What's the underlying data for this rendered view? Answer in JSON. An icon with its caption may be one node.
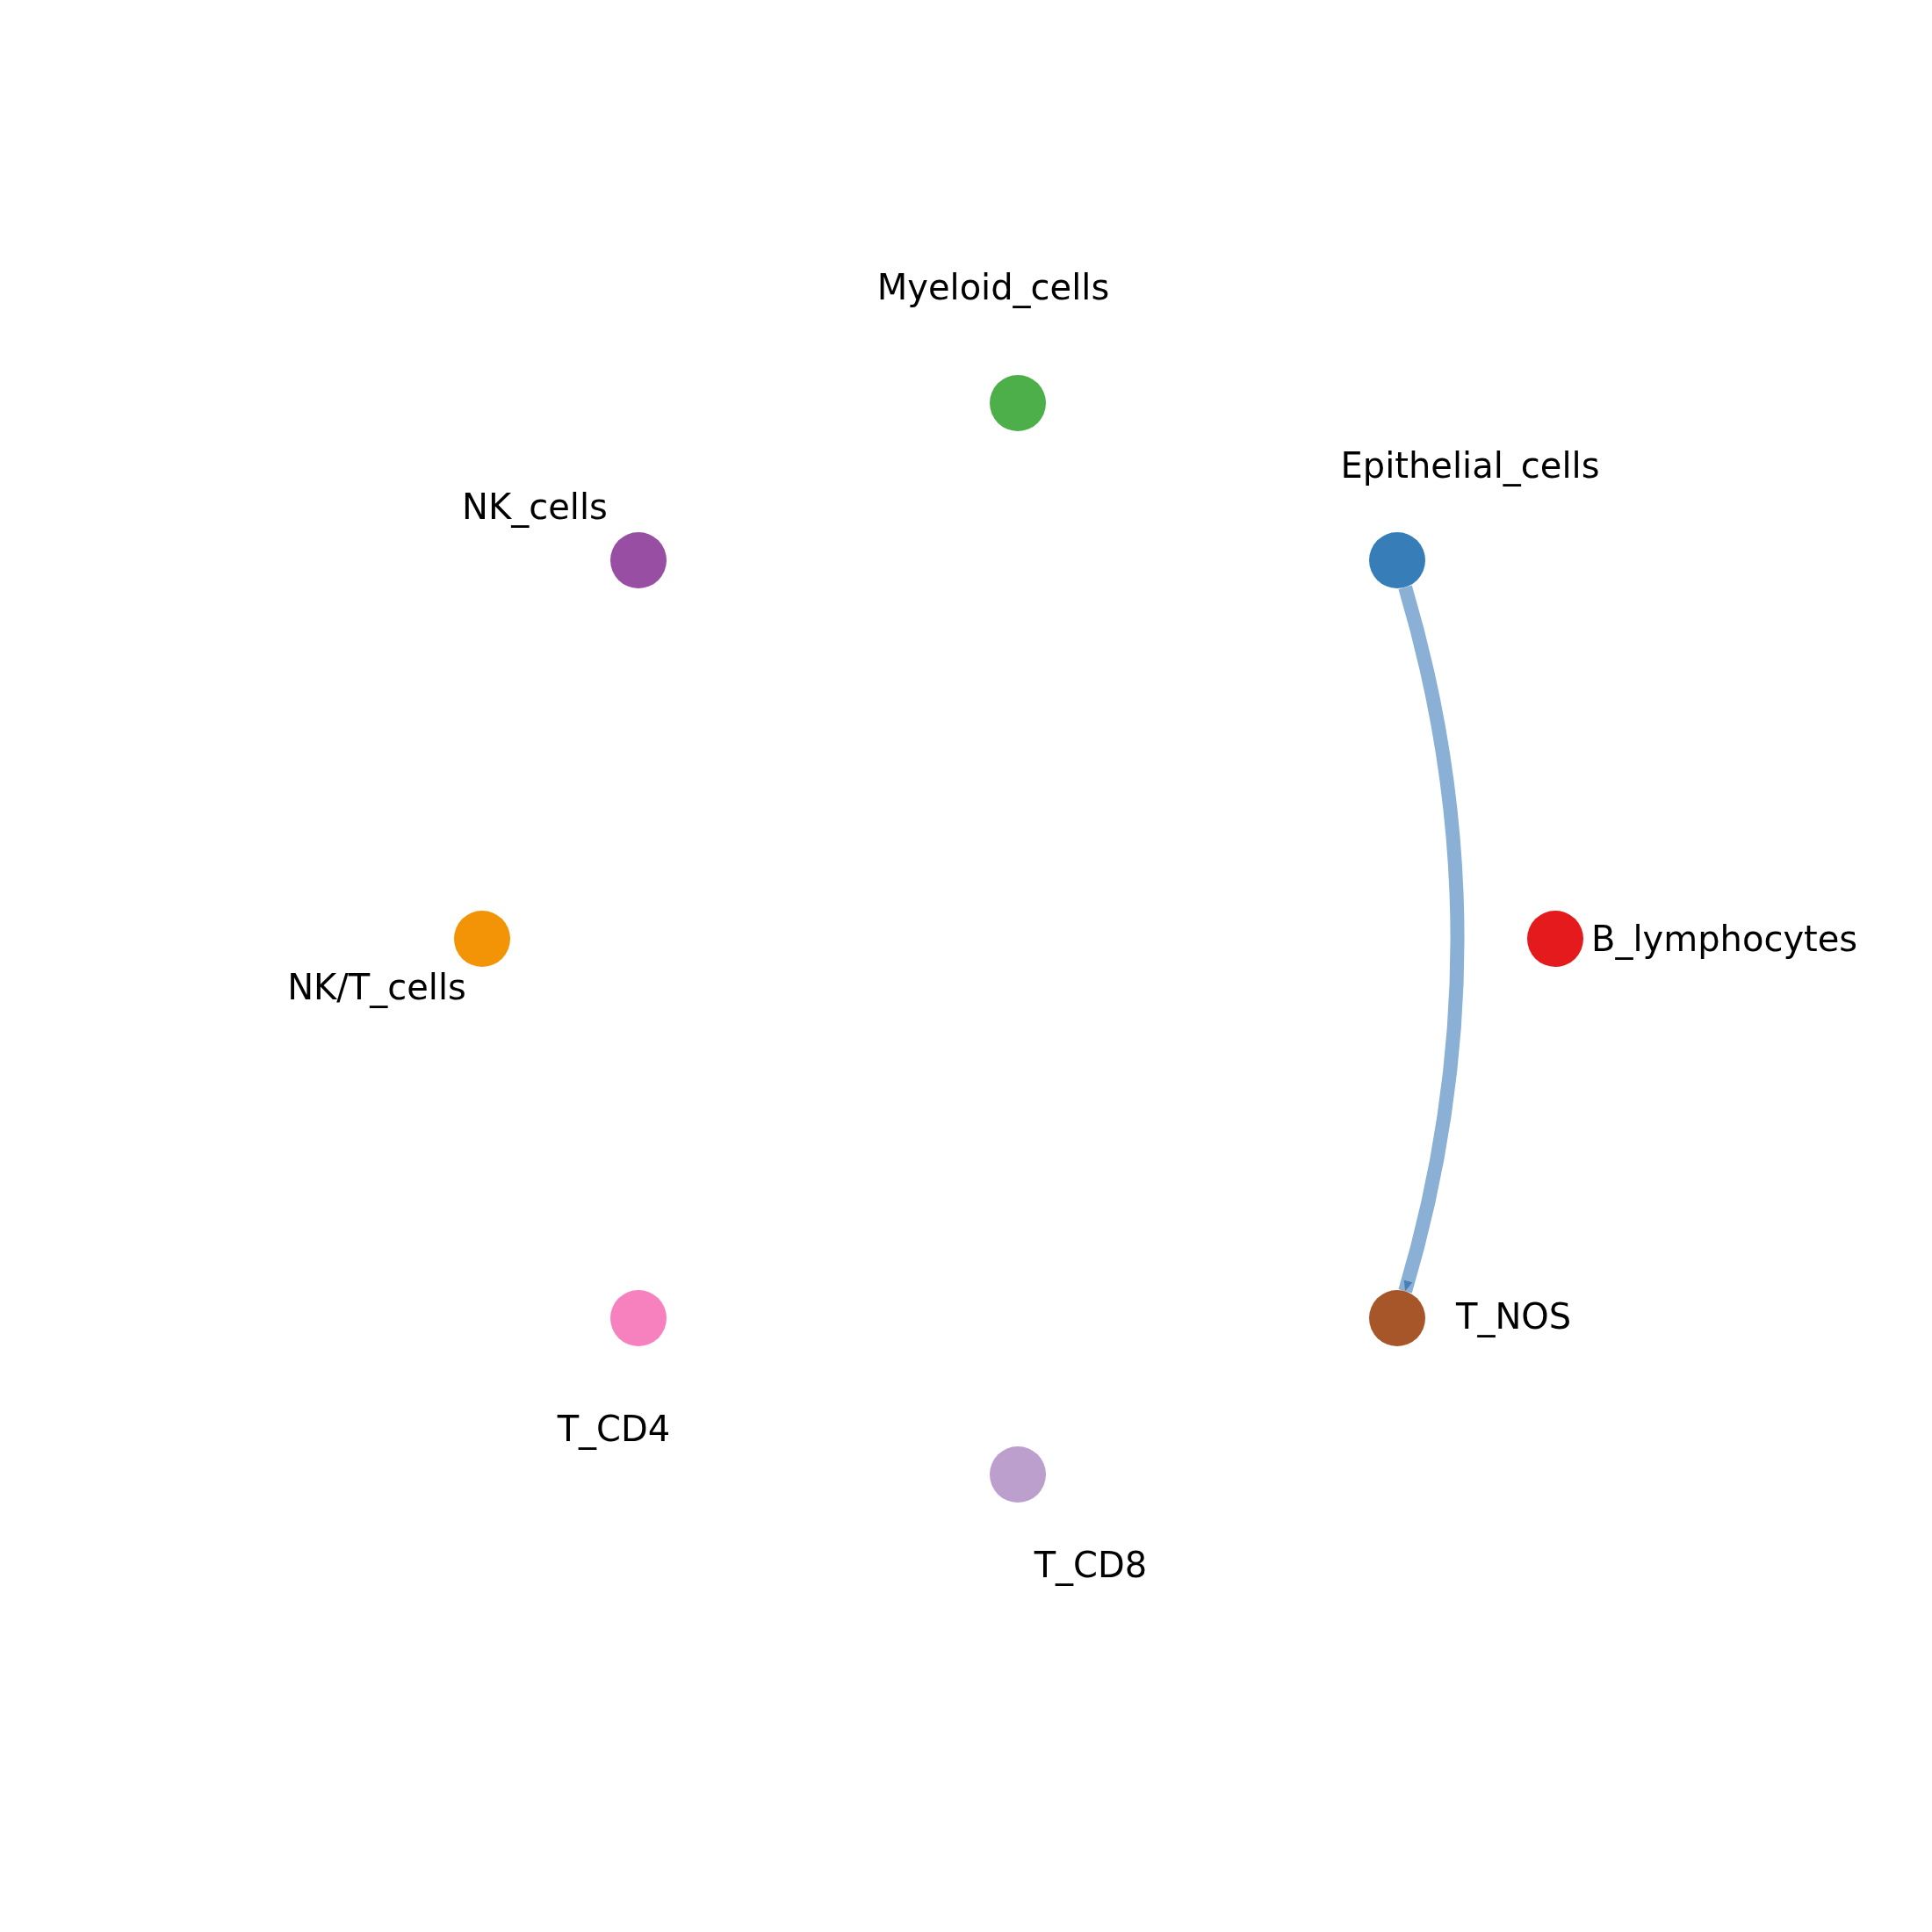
{
  "diagram": {
    "nodes": [
      {
        "text": [],
        "shape": "circle",
        "beside": [
          "Myeloid_cells"
        ]
      },
      {
        "text": [],
        "shape": "circle",
        "beside": [
          "Epithelial_cells"
        ]
      },
      {
        "text": [],
        "shape": "circle",
        "beside": [
          "B_lymphocytes"
        ]
      },
      {
        "text": [],
        "shape": "circle",
        "beside": [
          "T_NOS"
        ]
      },
      {
        "text": [],
        "shape": "circle",
        "beside": [
          "T_CD8"
        ]
      },
      {
        "text": [],
        "shape": "circle",
        "beside": [
          "T_CD4"
        ]
      },
      {
        "text": [],
        "shape": "circle",
        "beside": [
          "NK/T_cells"
        ]
      },
      {
        "text": [],
        "shape": "circle",
        "beside": [
          "NK_cells"
        ]
      }
    ],
    "edges": [
      {
        "from": 1,
        "to": 3,
        "arrow": "to"
      }
    ]
  }
}
